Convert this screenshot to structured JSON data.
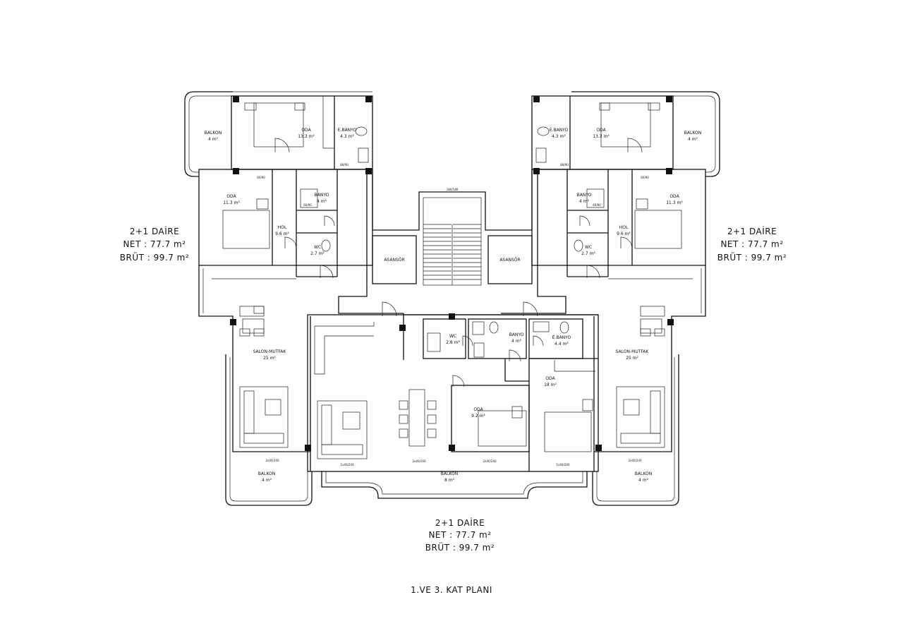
{
  "plan_title": "1.VE 3. KAT PLANI",
  "units": [
    {
      "id": "left",
      "type": "2+1 DAİRE",
      "net": "NET : 77.7 m²",
      "brut": "BRÜT : 99.7 m²"
    },
    {
      "id": "right",
      "type": "2+1 DAİRE",
      "net": "NET : 77.7 m²",
      "brut": "BRÜT : 99.7 m²"
    },
    {
      "id": "bottom",
      "type": "2+1 DAİRE",
      "net": "NET : 77.7 m²",
      "brut": "BRÜT : 99.7 m²"
    }
  ],
  "rooms": {
    "l_balkon_top": {
      "name": "BALKON",
      "area": "4 m²"
    },
    "l_oda_top": {
      "name": "ODA",
      "area": "13.3 m²"
    },
    "l_ebanyo": {
      "name": "E.BANYO",
      "area": "4.3 m²"
    },
    "l_oda_mid": {
      "name": "ODA",
      "area": "11.3 m²"
    },
    "l_banyo": {
      "name": "BANYO",
      "area": "4 m²"
    },
    "l_hol": {
      "name": "HOL",
      "area": "9.6 m²"
    },
    "l_wc": {
      "name": "WC",
      "area": "2.7 m²"
    },
    "l_salon": {
      "name": "SALON-MUTFAK",
      "area": "25 m²"
    },
    "l_balkon_bot": {
      "name": "BALKON",
      "area": "4 m²"
    },
    "r_balkon_top": {
      "name": "BALKON",
      "area": "4 m²"
    },
    "r_oda_top": {
      "name": "ODA",
      "area": "13.3 m²"
    },
    "r_ebanyo": {
      "name": "E.BANYO",
      "area": "4.3 m²"
    },
    "r_oda_mid": {
      "name": "ODA",
      "area": "11.3 m²"
    },
    "r_banyo": {
      "name": "BANYO",
      "area": "4 m²"
    },
    "r_hol": {
      "name": "HOL",
      "area": "9.6 m²"
    },
    "r_wc": {
      "name": "WC",
      "area": "2.7 m²"
    },
    "r_salon": {
      "name": "SALON-MUTFAK",
      "area": "25 m²"
    },
    "r_balkon_bot": {
      "name": "BALKON",
      "area": "4 m²"
    },
    "asansor_l": {
      "name": "ASANSÖR",
      "area": ""
    },
    "asansor_r": {
      "name": "ASANSÖR",
      "area": ""
    },
    "c_wc": {
      "name": "WC",
      "area": "2.8 m²"
    },
    "c_banyo": {
      "name": "BANYO",
      "area": "4 m²"
    },
    "c_ebanyo": {
      "name": "E.BANYO",
      "area": "4.4 m²"
    },
    "c_oda_big": {
      "name": "ODA",
      "area": "18 m²"
    },
    "c_oda_small": {
      "name": "ODA",
      "area": "9.2 m²"
    },
    "c_balkon": {
      "name": "BALKON",
      "area": "8 m²"
    }
  },
  "dimension_tags": {
    "d1": "80/90",
    "d2": "60/90",
    "d3": "180/180",
    "d4": "2x40/240",
    "d5": "1x40/240"
  }
}
